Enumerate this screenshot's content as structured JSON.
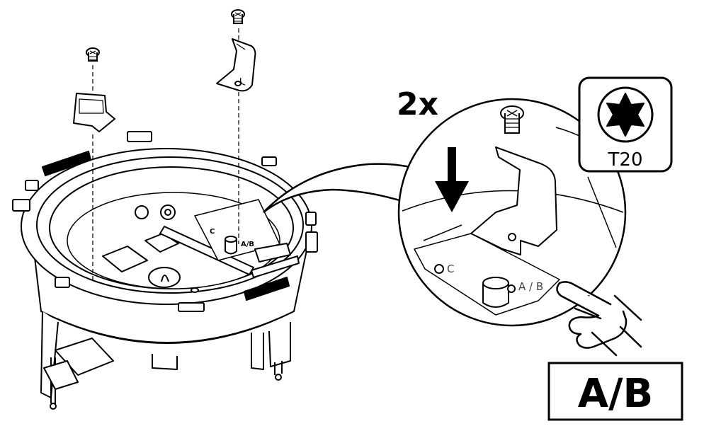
{
  "instruction": {
    "quantity_label": "2x",
    "tool_label": "T20",
    "setting_label": "A/B",
    "bracket_label_ab": "A/B",
    "bracket_label_c": "C",
    "zoom_label_ab": "A / B",
    "zoom_label_c": "C"
  },
  "icons": [
    "screw-icon",
    "clip-icon",
    "torx-t20-icon",
    "pointing-hand-icon",
    "down-arrow-icon"
  ],
  "colors": {
    "line": "#000000",
    "fill_light": "#e6e6e6",
    "fill_dark": "#b5b5b5"
  }
}
